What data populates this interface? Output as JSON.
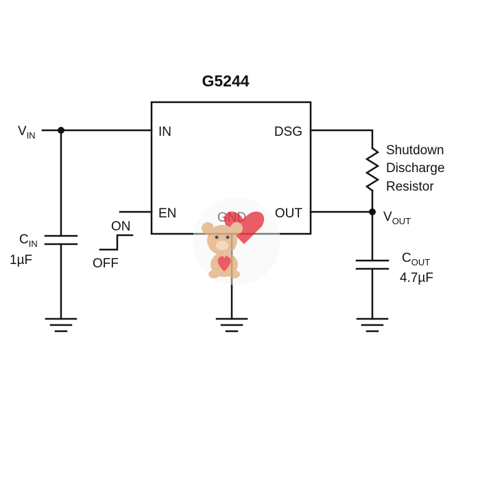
{
  "diagram": {
    "title": "G5244",
    "pins": {
      "in": "IN",
      "en": "EN",
      "dsg": "DSG",
      "out": "OUT",
      "gnd": "GND"
    },
    "nets": {
      "vin": {
        "main": "V",
        "sub": "IN"
      },
      "vout": {
        "main": "V",
        "sub": "OUT"
      }
    },
    "cin": {
      "main": "C",
      "sub": "IN",
      "value": "1µF"
    },
    "cout": {
      "main": "C",
      "sub": "OUT",
      "value": "4.7µF"
    },
    "switch": {
      "on": "ON",
      "off": "OFF"
    },
    "resistor": {
      "line1": "Shutdown",
      "line2": "Discharge",
      "line3": "Resistor"
    }
  },
  "colors": {
    "line": "#111111",
    "background": "#ffffff",
    "watermark_heart": "#e8414b",
    "watermark_bear": "#e3b58a"
  },
  "watermark": {
    "icon": "teddy-bear-heart-icon"
  }
}
